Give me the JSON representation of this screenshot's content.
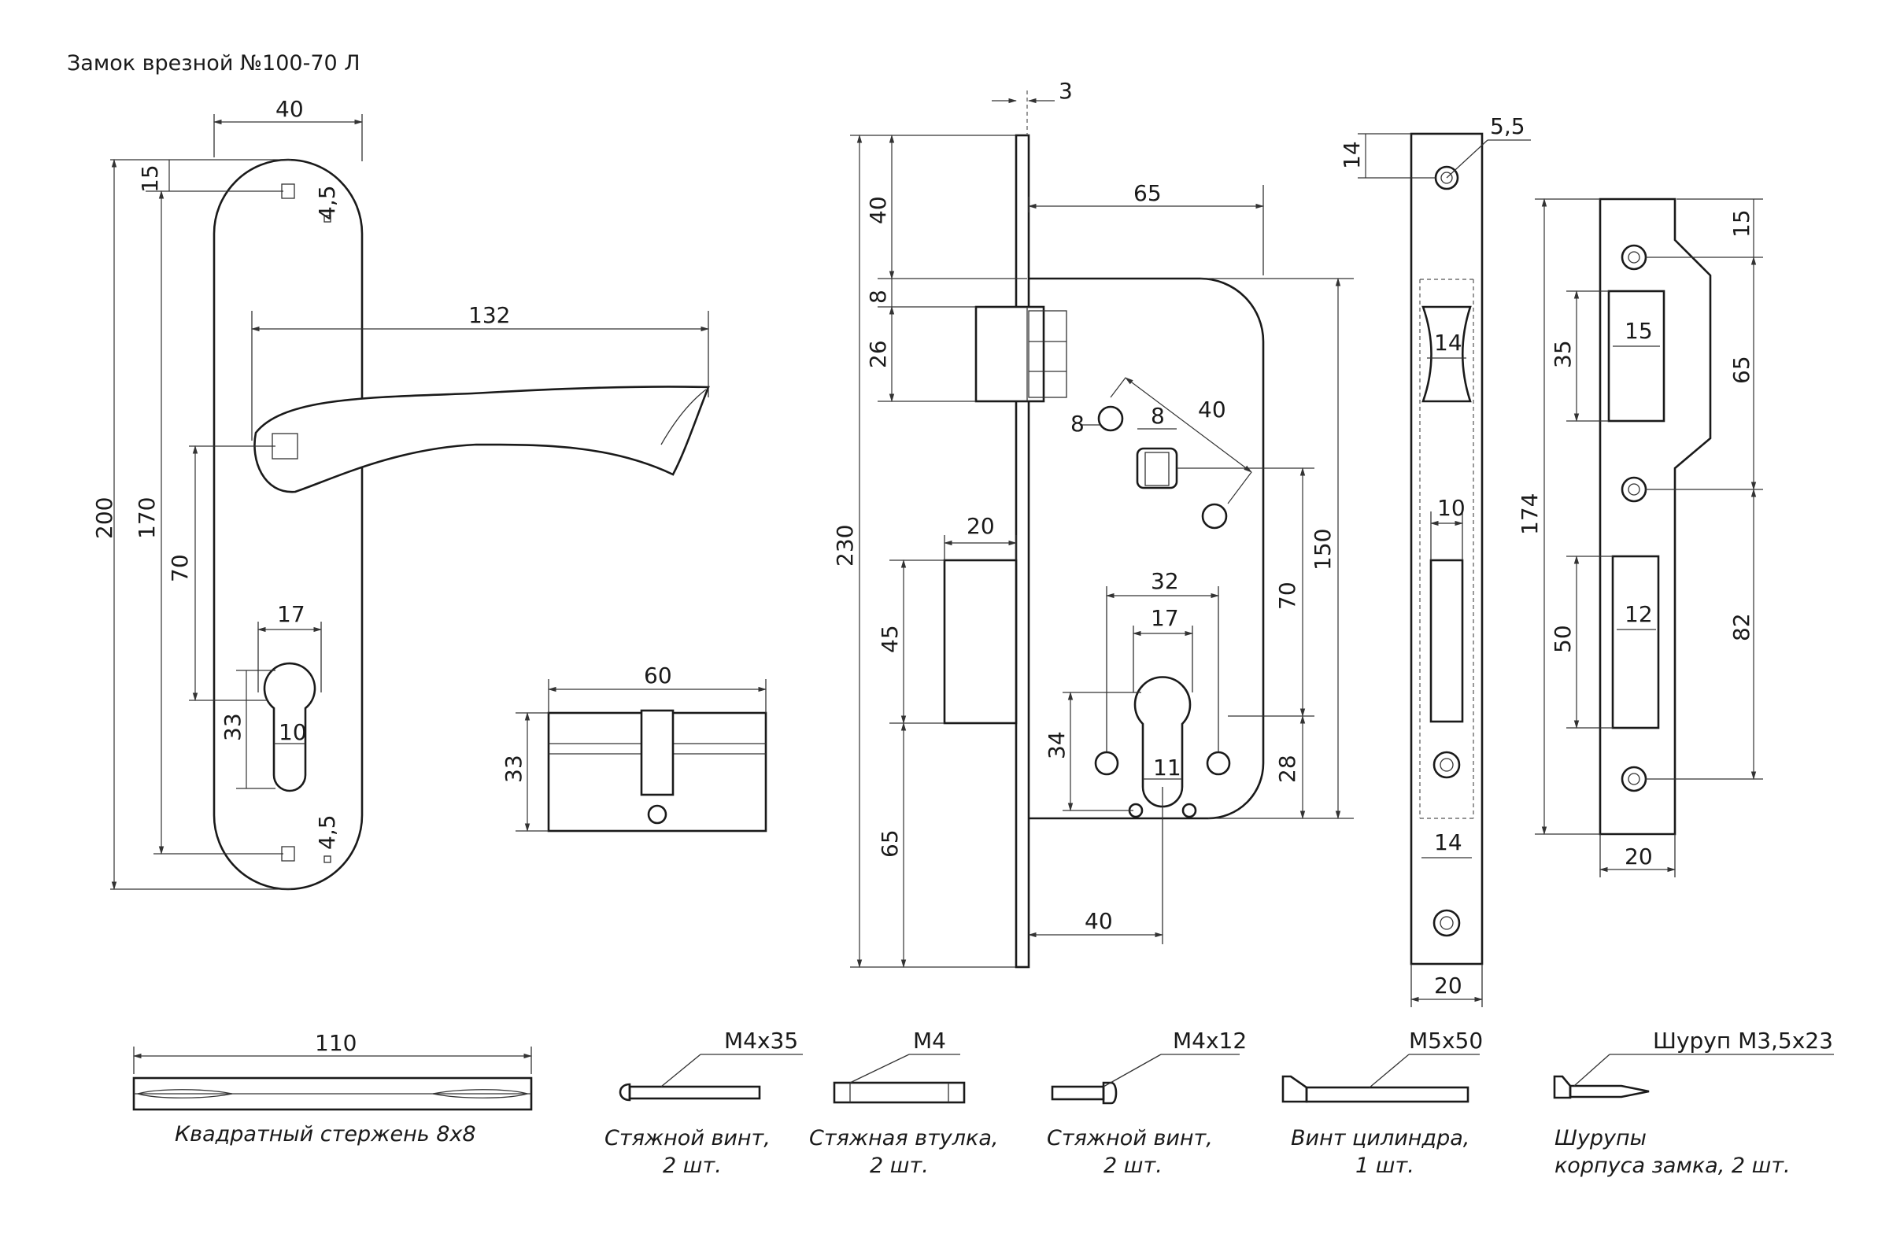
{
  "title": "Замок врезной №100-70 Л",
  "dimensions": {
    "handle": {
      "width": "40",
      "top_hole": "15",
      "hole_size_top": "4,5",
      "lever_length": "132",
      "height_total": "200",
      "holes_span": "170",
      "axis_spacing": "70",
      "cyl_width": "17",
      "cyl_height": "33",
      "cyl_slot": "10",
      "hole_size_bottom": "4,5"
    },
    "cylinder": {
      "length": "60",
      "height": "33"
    },
    "lock_body": {
      "faceplate_thickness": "3",
      "top_offset": "40",
      "latch_width": "8",
      "latch_height": "26",
      "total_height": "230",
      "backset": "65",
      "screw_hole": "8",
      "spindle": "8",
      "screw_span": "40",
      "deadbolt_width": "20",
      "deadbolt_height": "45",
      "bottom_offset": "65",
      "cyl_holes_span": "32",
      "cyl_profile_width": "17",
      "cyl_profile_height": "34",
      "cyl_slot": "11",
      "axis_distance": "70",
      "body_height": "150",
      "cyl_axis_height": "28",
      "cyl_backset": "40"
    },
    "faceplate": {
      "top_offset": "14",
      "hole_diameter": "5,5",
      "latch_slot": "14",
      "bolt_slot": "10",
      "bottom_slot": "14",
      "width": "20"
    },
    "strike_plate": {
      "height": "174",
      "top_offset": "15",
      "latch_slot_height": "35",
      "latch_slot_width": "15",
      "hole_span_top": "65",
      "bolt_slot_height": "50",
      "bolt_slot_width": "12",
      "hole_span_bottom": "82",
      "width": "20"
    }
  },
  "parts": [
    {
      "spec": "110",
      "name_line1": "Квадратный стержень 8х8",
      "name_line2": ""
    },
    {
      "spec": "M4x35",
      "name_line1": "Стяжной винт,",
      "name_line2": "2 шт."
    },
    {
      "spec": "M4",
      "name_line1": "Стяжная втулка,",
      "name_line2": "2 шт."
    },
    {
      "spec": "M4x12",
      "name_line1": "Стяжной винт,",
      "name_line2": "2 шт."
    },
    {
      "spec": "M5x50",
      "name_line1": "Винт цилиндра,",
      "name_line2": "1 шт."
    },
    {
      "spec": "Шуруп М3,5х23",
      "name_line1": "Шурупы",
      "name_line2": "корпуса замка, 2 шт."
    }
  ]
}
